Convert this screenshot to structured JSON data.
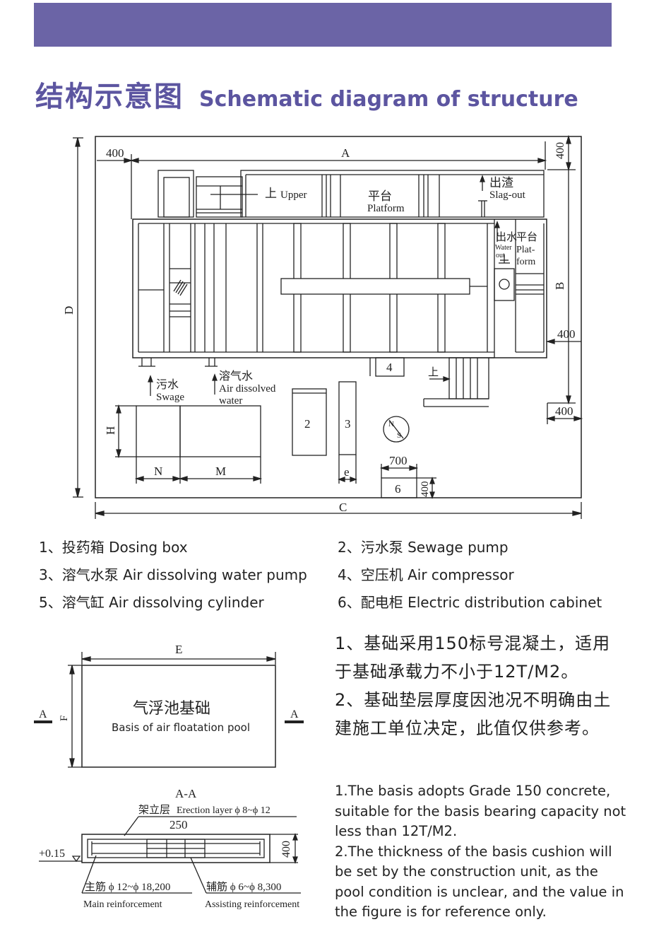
{
  "header": {
    "banner_color": "#6b64a6",
    "title_cn": "结构示意图",
    "title_en": "Schematic diagram of structure",
    "title_color": "#5c55a0"
  },
  "diagram": {
    "dims": {
      "d400_left": "400",
      "A": "A",
      "d400_top_right": "400",
      "B": "B",
      "d400_mid_right": "400",
      "d400_low_right": "400",
      "D": "D",
      "C": "C",
      "H": "H",
      "N": "N",
      "M": "M",
      "e": "e",
      "d700": "700",
      "d400_cab": "400"
    },
    "labels": {
      "upper_cn": "上",
      "upper_en": "Upper",
      "platform_cn": "平台",
      "platform_en": "Platform",
      "slag_cn": "出渣",
      "slag_en": "Slag-out",
      "water_cn": "出水",
      "water_en_1": "Water",
      "water_en_2": "out",
      "plat2_cn": "平台",
      "plat2_en_1": "Plat-",
      "plat2_en_2": "form",
      "sewage_cn": "污水",
      "sewage_en": "Swage",
      "air_cn": "溶气水",
      "air_en_1": "Air dissolved",
      "air_en_2": "water",
      "up_stairs": "上",
      "compass_n": "N",
      "compass_s": "S"
    },
    "components": {
      "c2": "2",
      "c3": "3",
      "c4": "4",
      "c6": "6"
    }
  },
  "legend": [
    {
      "num": "1、",
      "cn": "投药箱",
      "en": " Dosing box"
    },
    {
      "num": "2、",
      "cn": "污水泵",
      "en": " Sewage pump"
    },
    {
      "num": "3、",
      "cn": "溶气水泵",
      "en": " Air dissolving water pump"
    },
    {
      "num": "4、",
      "cn": "空压机",
      "en": " Air compressor"
    },
    {
      "num": "5、",
      "cn": "溶气缸",
      "en": " Air dissolving cylinder"
    },
    {
      "num": "6、",
      "cn": "配电柜",
      "en": " Electric distribution cabinet"
    }
  ],
  "foundation": {
    "E": "E",
    "F": "F",
    "A_left": "A",
    "A_right": "A",
    "pool_cn": "气浮池基础",
    "pool_en": "Basis of air floatation pool",
    "section_title": "A-A",
    "erection_cn": "架立层",
    "erection_en": " Erection layer ϕ 8~ϕ 12",
    "d250": "250",
    "d400": "400",
    "elev": "+0.15",
    "main_cn": "主筋 ϕ 12~ϕ 18,200",
    "main_en": "Main reinforcement",
    "assist_cn": "辅筋 ϕ 6~ϕ 8,300",
    "assist_en": "Assisting reinforcement"
  },
  "notes": {
    "cn_1": "1、基础采用150标号混凝土，适用于基础承载力不小于12T/M2。",
    "cn_2": "2、基础垫层厚度因池况不明确由土建施工单位决定，此值仅供参考。",
    "en_1": "1.The basis adopts Grade 150 concrete, suitable for the basis bearing capacity not less than 12T/M2.",
    "en_2": "2.The thickness of the basis cushion will be set by the construction unit, as the pool condition is unclear, and the value in the figure is for reference only."
  }
}
